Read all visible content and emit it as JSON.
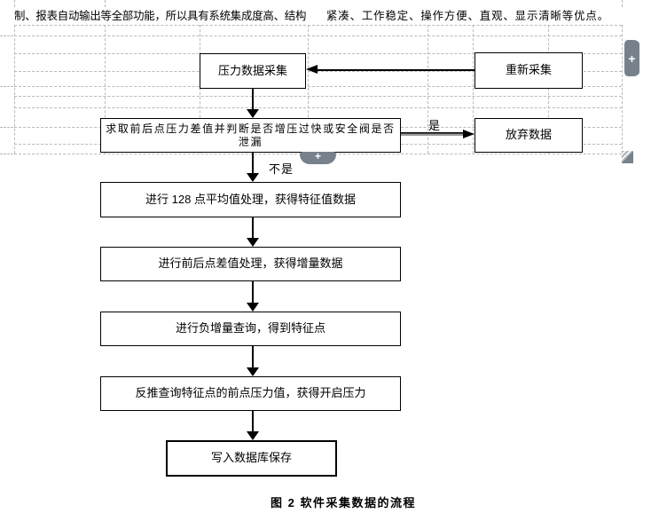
{
  "document": {
    "top_text_left": "制、报表自动输出等全部功能，所以具有系统集成度高、结构",
    "top_text_right": "紧凑、工作稳定、操作方便、直观、显示清晰等优点。",
    "figure_caption": "图 2 软件采集数据的流程"
  },
  "flowchart": {
    "nodes": [
      {
        "id": "pressure-collect",
        "label": "压力数据采集"
      },
      {
        "id": "recollect",
        "label": "重新采集"
      },
      {
        "id": "judge-pressure-diff",
        "label": "求取前后点压力差值并判断是否增压过快或安全阀是否泄漏"
      },
      {
        "id": "discard-data",
        "label": "放弃数据"
      },
      {
        "id": "average-128",
        "label": "进行 128 点平均值处理，获得特征值数据"
      },
      {
        "id": "diff-process",
        "label": "进行前后点差值处理，获得增量数据"
      },
      {
        "id": "negative-increment-query",
        "label": "进行负增量查询，得到特征点"
      },
      {
        "id": "back-query-opening-pressure",
        "label": "反推查询特征点的前点压力值，获得开启压力"
      },
      {
        "id": "write-database",
        "label": "写入数据库保存"
      }
    ],
    "edge_labels": {
      "yes": "是",
      "no": "不是"
    }
  },
  "ui": {
    "plus_glyph": "+",
    "colors": {
      "handle_gray": "#76818C",
      "gridline_gray": "#B9B9B9",
      "line_black": "#000000"
    }
  }
}
